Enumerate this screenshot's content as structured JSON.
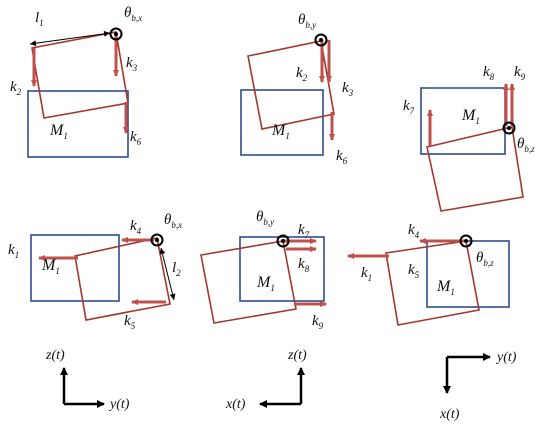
{
  "colors": {
    "blue": "#2E4E8E",
    "red": "#A0392B",
    "arrow": "#C0504D",
    "black": "#000000"
  },
  "panels": {
    "p1": {
      "mass": "M",
      "mass_sub": "1",
      "length": "l",
      "length_sub": "1",
      "theta": "θ",
      "theta_sub": "b,x",
      "k_main": "k",
      "k_main_sub": "2",
      "k_a": "k",
      "k_a_sub": "3",
      "k_b": "k",
      "k_b_sub": "6"
    },
    "p2": {
      "mass": "M",
      "mass_sub": "1",
      "theta": "θ",
      "theta_sub": "b,y",
      "k_a": "k",
      "k_a_sub": "2",
      "k_b": "k",
      "k_b_sub": "3",
      "k_c": "k",
      "k_c_sub": "6"
    },
    "p3": {
      "mass": "M",
      "mass_sub": "1",
      "theta": "θ",
      "theta_sub": "b,z",
      "k_a": "k",
      "k_a_sub": "7",
      "k_b": "k",
      "k_b_sub": "8",
      "k_c": "k",
      "k_c_sub": "9"
    },
    "p4": {
      "mass": "M",
      "mass_sub": "1",
      "length": "l",
      "length_sub": "2",
      "theta": "θ",
      "theta_sub": "b,x",
      "k_a": "k",
      "k_a_sub": "1",
      "k_b": "k",
      "k_b_sub": "4",
      "k_c": "k",
      "k_c_sub": "5"
    },
    "p5": {
      "mass": "M",
      "mass_sub": "1",
      "theta": "θ",
      "theta_sub": "b,y",
      "k_a": "k",
      "k_a_sub": "7",
      "k_b": "k",
      "k_b_sub": "8",
      "k_c": "k",
      "k_c_sub": "9"
    },
    "p6": {
      "mass": "M",
      "mass_sub": "1",
      "theta": "θ",
      "theta_sub": "b,z",
      "k_a": "k",
      "k_a_sub": "1",
      "k_b": "k",
      "k_b_sub": "4",
      "k_c": "k",
      "k_c_sub": "5"
    }
  },
  "axes": {
    "a1": {
      "vertical": "z(t)",
      "horizontal": "y(t)"
    },
    "a2": {
      "vertical": "z(t)",
      "horizontal": "x(t)"
    },
    "a3": {
      "vertical": "x(t)",
      "horizontal": "y(t)"
    }
  }
}
